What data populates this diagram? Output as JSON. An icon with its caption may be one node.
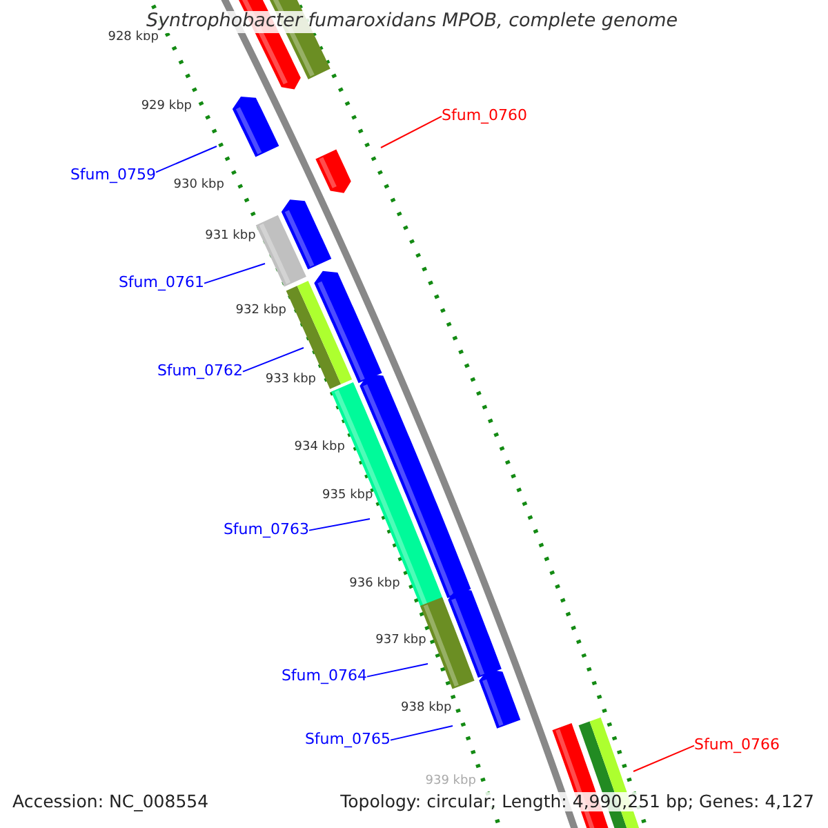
{
  "diagram": {
    "title": "Syntrophobacter fumaroxidans MPOB, complete genome",
    "nodes": [
      {
        "text": [
          "Sfum_0760"
        ]
      },
      {
        "text": [
          "Sfum_0759"
        ]
      },
      {
        "text": [
          "Sfum_0761"
        ]
      },
      {
        "text": [
          "Sfum_0762"
        ]
      },
      {
        "text": [
          "Sfum_0763"
        ]
      },
      {
        "text": [
          "Sfum_0764"
        ]
      },
      {
        "text": [
          "Sfum_0765"
        ]
      },
      {
        "text": [
          "Sfum_0766"
        ]
      }
    ],
    "edges": [
      {
        "from": 0,
        "to": null,
        "arrow": "none",
        "color": "#ff0000"
      },
      {
        "from": 1,
        "to": null,
        "arrow": "none"
      },
      {
        "from": 2,
        "to": null,
        "arrow": "none"
      },
      {
        "from": 3,
        "to": null,
        "arrow": "none"
      },
      {
        "from": 4,
        "to": null,
        "arrow": "none"
      },
      {
        "from": 5,
        "to": null,
        "arrow": "none"
      },
      {
        "from": 6,
        "to": null,
        "arrow": "none"
      },
      {
        "from": 7,
        "to": null,
        "arrow": "none",
        "color": "#ff0000"
      }
    ],
    "labels": [
      "928 kbp",
      "929 kbp",
      "930 kbp",
      "931 kbp",
      "932 kbp",
      "933 kbp",
      "934 kbp",
      "935 kbp",
      "936 kbp",
      "937 kbp",
      "938 kbp",
      "939 kbp",
      "Accession: NC_008554",
      "Topology: circular; Length: 4,990,251 bp; Genes: 4,127"
    ]
  }
}
